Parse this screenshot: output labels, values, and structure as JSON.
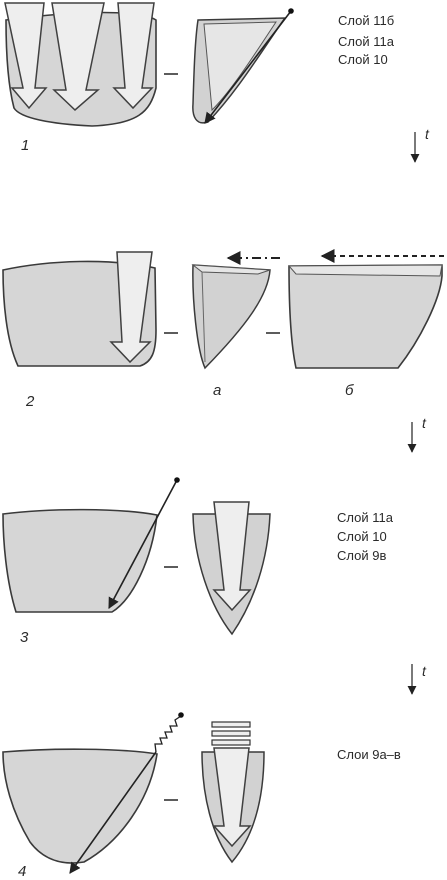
{
  "stage1": {
    "number": "1",
    "layers": [
      "Слой 11б",
      "Слой 11а",
      "Слой 10"
    ]
  },
  "stage2": {
    "number": "2",
    "sub_a": "а",
    "sub_b": "б"
  },
  "stage3": {
    "number": "3",
    "layers": [
      "Слой 11а",
      "Слой 10",
      "Слой 9в"
    ]
  },
  "stage4": {
    "number": "4",
    "layers": [
      "Слои 9а–в"
    ]
  },
  "time_label": "t",
  "dash_symbol": "–",
  "colors": {
    "fill": "#d6d6d6",
    "arrow_fill": "#eeeeee",
    "stroke": "#3a3a3a"
  }
}
